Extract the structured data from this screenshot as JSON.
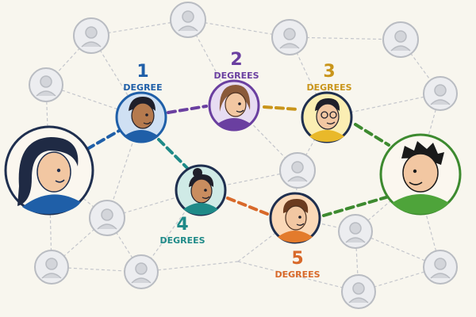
{
  "steps": [
    {
      "num": "1",
      "word": "DEGREE",
      "color": "#1f5fa8"
    },
    {
      "num": "2",
      "word": "DEGREES",
      "color": "#6a3fa0"
    },
    {
      "num": "3",
      "word": "DEGREES",
      "color": "#c9951a"
    },
    {
      "num": "4",
      "word": "DEGREES",
      "color": "#1f8a88"
    },
    {
      "num": "5",
      "word": "DEGREES",
      "color": "#d8692a"
    }
  ],
  "colors": {
    "background": "#f8f6ee",
    "network_line": "#c4c6cc",
    "bg_person": "#b9bcc2",
    "start_person": "#1f5fa8",
    "end_person": "#3d8a2f"
  }
}
